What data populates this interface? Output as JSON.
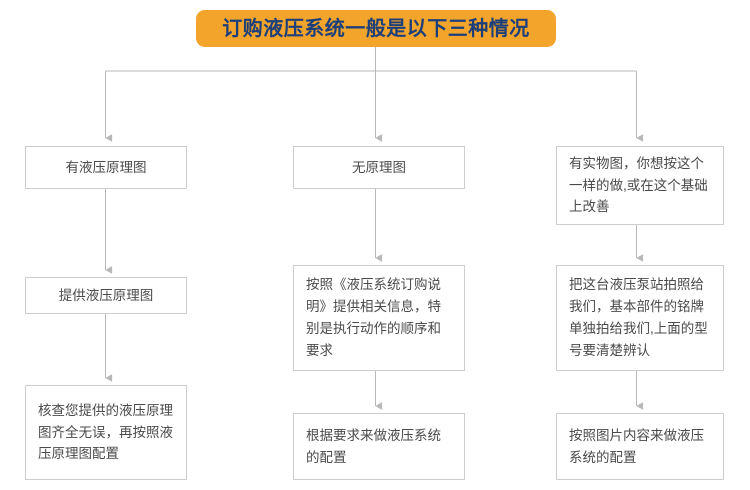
{
  "title": {
    "text": "订购液压系统一般是以下三种情况",
    "background_color": "#f2a42b",
    "text_color": "#1d3f7a"
  },
  "theme": {
    "box_border_color": "#cdcdcd",
    "box_text_color": "#4a4a4a",
    "connector_color": "#b8b8b8",
    "page_background": "#ffffff"
  },
  "chart_data": {
    "type": "diagram",
    "title": "订购液压系统一般是以下三种情况",
    "branches": 3,
    "columns": [
      {
        "id": "column-1",
        "align": "center",
        "nodes": [
          "有液压原理图",
          "提供液压原理图",
          "核查您提供的液压原理图齐全无误，再按照液压原理图配置"
        ]
      },
      {
        "id": "column-2",
        "align": "center",
        "nodes": [
          "无原理图",
          "按照《液压系统订购说明》提供相关信息，特别是执行动作的顺序和要求",
          "根据要求来做液压系统的配置"
        ]
      },
      {
        "id": "column-3",
        "align": "left",
        "nodes": [
          "有实物图，你想按这个一样的做,或在这个基础上改善",
          "把这台液压泵站拍照给我们，基本部件的铭牌单独拍给我们,上面的型号要清楚辨认",
          "按照图片内容来做液压系统的配置"
        ]
      }
    ]
  },
  "columns": [
    {
      "col1_row1": "有液压原理图",
      "col1_row2": "提供液压原理图",
      "col1_row3": "核查您提供的液压原理图齐全无误，再按照液压原理图配置"
    },
    {
      "col2_row1": "无原理图",
      "col2_row2": "按照《液压系统订购说明》提供相关信息，特别是执行动作的顺序和要求",
      "col2_row3": "根据要求来做液压系统的配置"
    },
    {
      "col3_row1": "有实物图，你想按这个一样的做,或在这个基础上改善",
      "col3_row2": "把这台液压泵站拍照给我们，基本部件的铭牌单独拍给我们,上面的型号要清楚辨认",
      "col3_row3": "按照图片内容来做液压系统的配置"
    }
  ]
}
